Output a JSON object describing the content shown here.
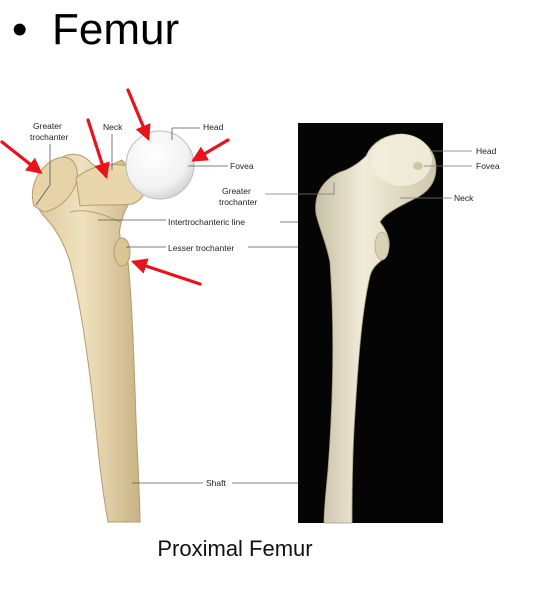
{
  "title": {
    "bullet": "•",
    "text": "Femur"
  },
  "caption": "Proximal Femur",
  "colors": {
    "arrow": "#e8141c",
    "bone_fill": "#ead9b3",
    "bone_shadow": "#c9b385",
    "photo_bg": "#050505",
    "photo_bone": "#e9e3cf"
  },
  "illustration": {
    "labels": {
      "greater_trochanter_line1": "Greater",
      "greater_trochanter_line2": "trochanter",
      "neck": "Neck",
      "head": "Head",
      "fovea": "Fovea",
      "intertrochanteric_line": "Intertrochanteric line",
      "lesser_trochanter": "Lesser trochanter",
      "shaft": "Shaft"
    }
  },
  "photo": {
    "labels": {
      "head": "Head",
      "fovea": "Fovea",
      "greater_trochanter_line1": "Greater",
      "greater_trochanter_line2": "trochanter",
      "neck": "Neck"
    }
  }
}
